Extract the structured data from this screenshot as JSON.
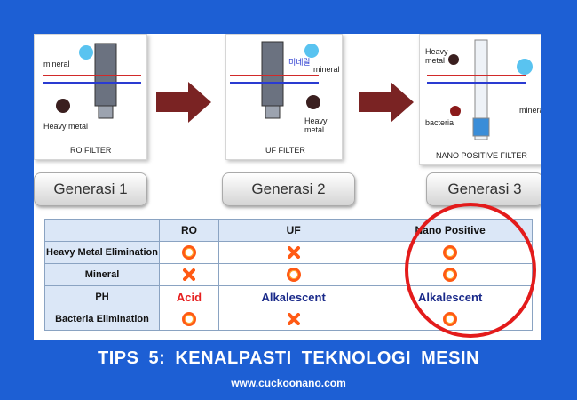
{
  "diagrams": [
    {
      "caption": "RO FILTER",
      "labels": [
        "mineral",
        "Heavy metal"
      ]
    },
    {
      "caption": "UF FILTER",
      "labels": [
        "mineral",
        "Heavy metal",
        "미네랄"
      ]
    },
    {
      "caption": "NANO POSITIVE FILTER",
      "labels": [
        "Heavy metal",
        "mineral",
        "bacteria"
      ]
    }
  ],
  "generations": [
    "Generasi 1",
    "Generasi 2",
    "Generasi 3"
  ],
  "table": {
    "headers": [
      "",
      "RO",
      "UF",
      "Nano Positive"
    ],
    "rows": [
      {
        "label": "Heavy Metal Elimination",
        "cells": [
          "circle-icon",
          "cross-icon",
          "circle-icon"
        ]
      },
      {
        "label": "Mineral",
        "cells": [
          "cross-icon",
          "circle-icon",
          "circle-icon"
        ]
      },
      {
        "label": "PH",
        "cells": [
          "Acid",
          "Alkalescent",
          "Alkalescent"
        ]
      },
      {
        "label": "Bacteria Elimination",
        "cells": [
          "circle-icon",
          "cross-icon",
          "circle-icon"
        ]
      }
    ]
  },
  "colors": {
    "background": "#1d5fd4",
    "highlight": "#e31b1b",
    "acid": "#e62020",
    "alkalescent": "#1a2a8a",
    "mark": "#ff5a14"
  },
  "footer": {
    "title": "TIPS 5:  KENALPASTI  TEKNOLOGI  MESIN",
    "url": "www.cuckoonano.com"
  }
}
